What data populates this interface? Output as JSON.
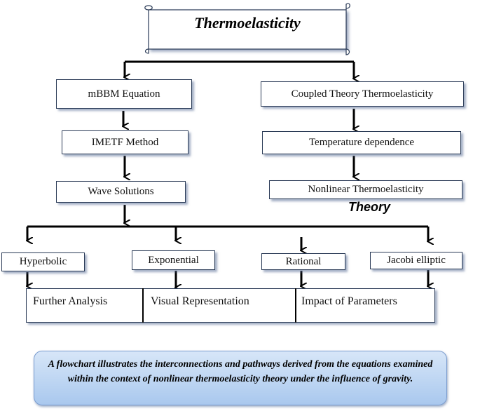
{
  "title": "Thermoelasticity",
  "left_branch": [
    "mBBM Equation",
    "IMETF Method",
    "Wave Solutions"
  ],
  "right_branch": [
    "Coupled Theory Thermoelasticity",
    "Temperature dependence",
    "Nonlinear Thermoelasticity"
  ],
  "right_branch_suffix": "Theory",
  "solution_types": [
    "Hyperbolic",
    "Exponential",
    "Rational",
    "Jacobi elliptic"
  ],
  "outcomes": [
    "Further Analysis",
    "Visual Representation",
    "Impact of Parameters"
  ],
  "caption": "A flowchart illustrates the interconnections and pathways derived from the equations examined within the context of nonlinear thermoelasticity theory under the influence of gravity."
}
